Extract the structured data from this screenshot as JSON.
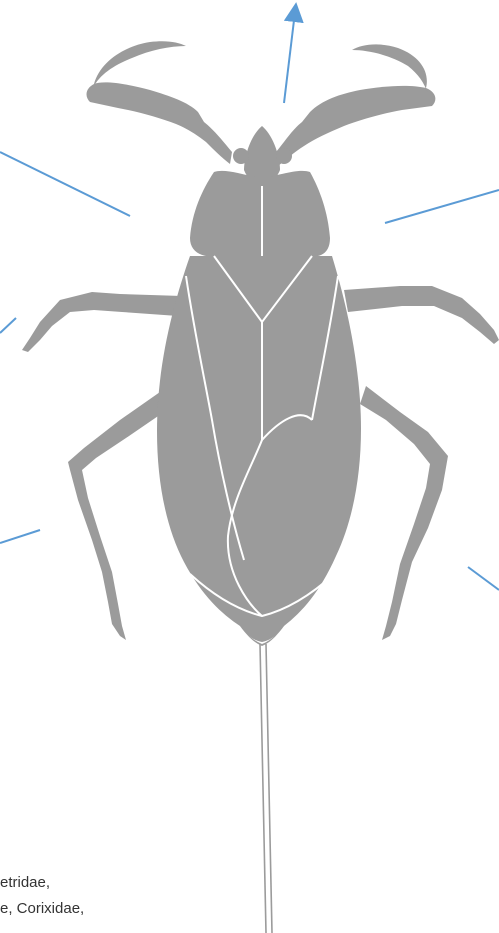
{
  "colors": {
    "insect_fill": "#9b9b9b",
    "insect_line": "#ffffff",
    "pointer_line": "#5b9bd5",
    "text": "#333333"
  },
  "icons": {
    "insect": "water-scorpion-silhouette",
    "pointers": "callout-lines"
  },
  "caption": {
    "line1": "etridae,",
    "line2": "e, Corixidae,"
  }
}
